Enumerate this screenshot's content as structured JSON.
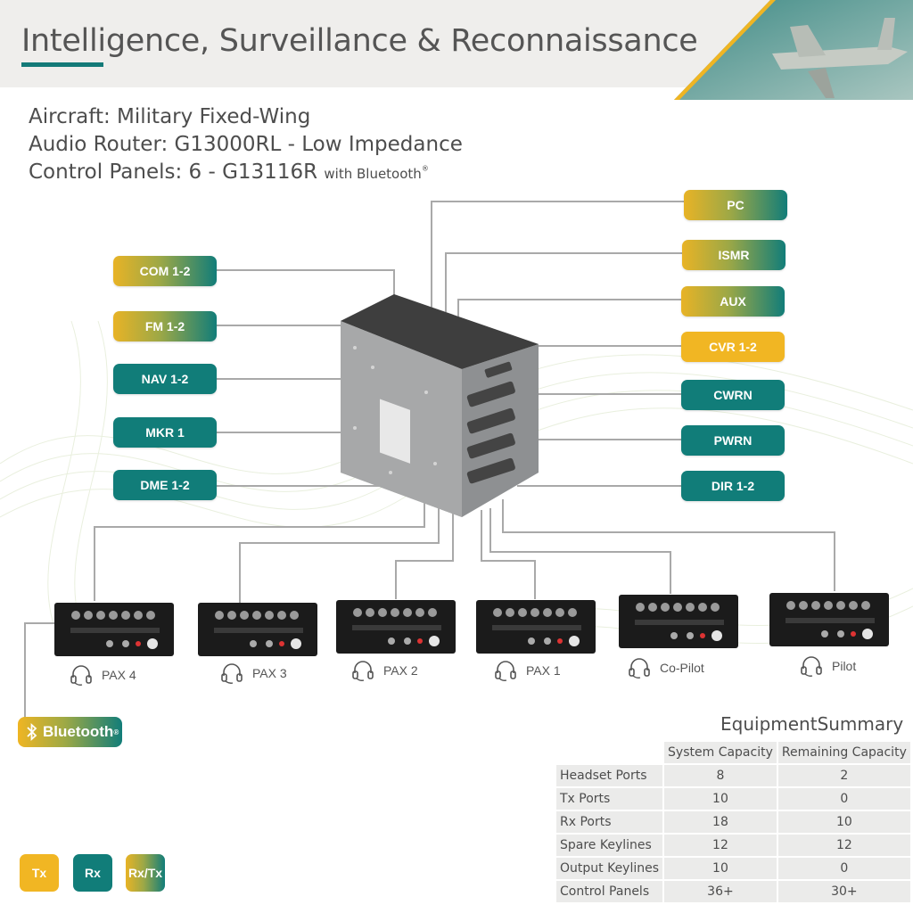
{
  "header": {
    "title": "Intelligence, Surveillance & Reconnaissance"
  },
  "info": {
    "aircraft": "Aircraft: Military Fixed-Wing",
    "router": "Audio Router: G13000RL - Low Impedance",
    "panels": "Control Panels: 6 - G13116R",
    "panels_suffix": "with Bluetooth",
    "panels_mark": "®"
  },
  "left_ports": [
    {
      "label": "COM 1-2",
      "kind": "rxtx"
    },
    {
      "label": "FM 1-2",
      "kind": "rxtx"
    },
    {
      "label": "NAV 1-2",
      "kind": "rx"
    },
    {
      "label": "MKR 1",
      "kind": "rx"
    },
    {
      "label": "DME 1-2",
      "kind": "rx"
    }
  ],
  "right_ports": [
    {
      "label": "PC",
      "kind": "rxtx"
    },
    {
      "label": "ISMR",
      "kind": "rxtx"
    },
    {
      "label": "AUX",
      "kind": "rxtx"
    },
    {
      "label": "CVR 1-2",
      "kind": "tx"
    },
    {
      "label": "CWRN",
      "kind": "rx"
    },
    {
      "label": "PWRN",
      "kind": "rx"
    },
    {
      "label": "DIR 1-2",
      "kind": "rx"
    }
  ],
  "stations": [
    {
      "label": "PAX 4"
    },
    {
      "label": "PAX 3"
    },
    {
      "label": "PAX 2"
    },
    {
      "label": "PAX 1"
    },
    {
      "label": "Co-Pilot"
    },
    {
      "label": "Pilot"
    }
  ],
  "bluetooth": {
    "label": "Bluetooth",
    "mark": "®"
  },
  "summary": {
    "title": "EquipmentSummary",
    "headers": [
      "System Capacity",
      "Remaining Capacity"
    ],
    "rows": [
      {
        "label": "Headset Ports",
        "system": "8",
        "remaining": "2"
      },
      {
        "label": "Tx Ports",
        "system": "10",
        "remaining": "0"
      },
      {
        "label": "Rx Ports",
        "system": "18",
        "remaining": "10"
      },
      {
        "label": "Spare Keylines",
        "system": "12",
        "remaining": "12"
      },
      {
        "label": "Output Keylines",
        "system": "10",
        "remaining": "0"
      },
      {
        "label": "Control Panels",
        "system": "36+",
        "remaining": "30+"
      }
    ]
  },
  "legend": [
    {
      "label": "Tx",
      "kind": "tx"
    },
    {
      "label": "Rx",
      "kind": "rx"
    },
    {
      "label": "Rx/Tx",
      "kind": "rxtx"
    }
  ],
  "colors": {
    "tx": "#f1b623",
    "rx": "#117d79",
    "accent": "#137a78",
    "wire": "#a9a9a9"
  }
}
